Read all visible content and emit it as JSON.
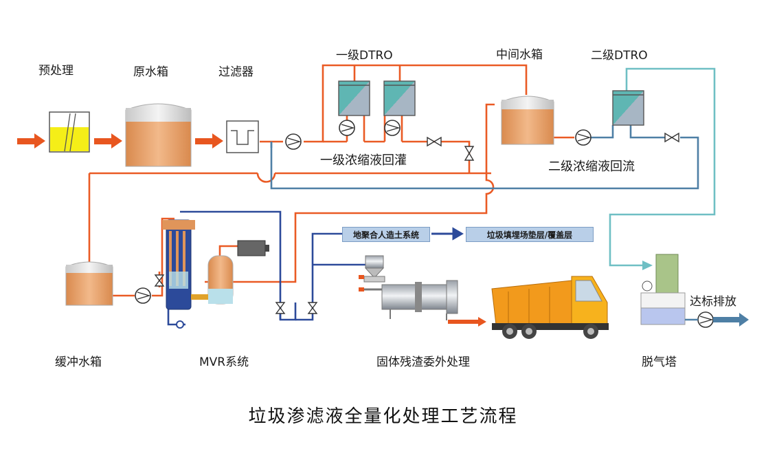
{
  "title": "垃圾渗滤液全量化处理工艺流程",
  "labels": {
    "pretreatment": "预处理",
    "raw_tank": "原水箱",
    "filter": "过滤器",
    "dtro1": "一级DTRO",
    "mid_tank": "中间水箱",
    "dtro2": "二级DTRO",
    "conc1_recharge": "一级浓缩液回灌",
    "conc2_return": "二级浓缩液回流",
    "buffer_tank": "缓冲水箱",
    "mvr": "MVR系统",
    "solid_residue": "固体残渣委外处理",
    "degas_tower": "脱气塔",
    "discharge": "达标排放",
    "soil_system": "地聚合人造土系统",
    "landfill_layer": "垃圾填埋场垫层/覆盖层"
  },
  "colors": {
    "orange_line": "#ea5a24",
    "blue_line": "#2c4a9a",
    "teal_line": "#6fbfc4",
    "tank_fill": "#e0955a",
    "arrow": "#e8561f"
  }
}
